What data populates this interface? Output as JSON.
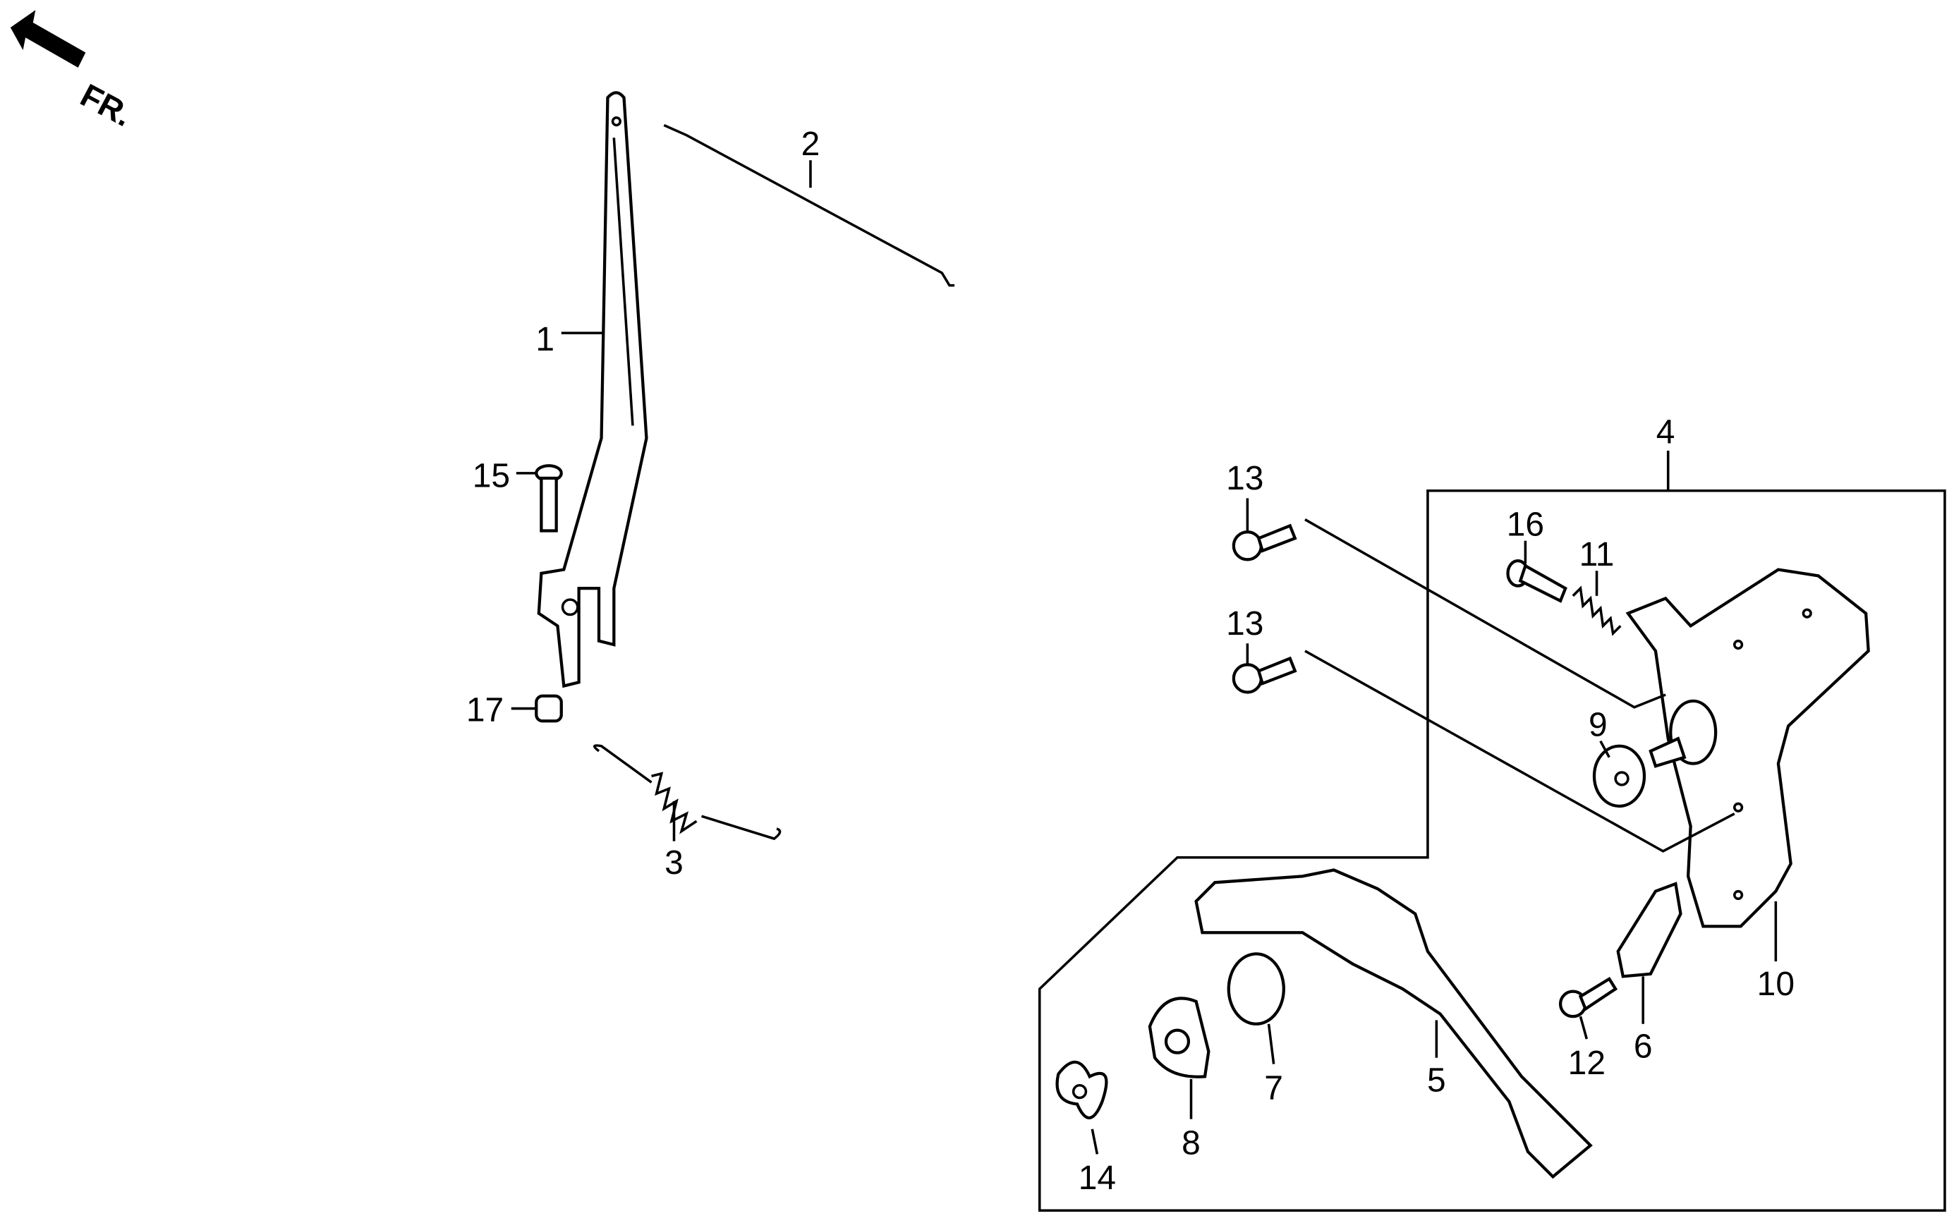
{
  "diagram": {
    "direction_indicator": {
      "label": "FR.",
      "icon": "arrow-up-left-icon"
    },
    "callouts": [
      {
        "number": "1",
        "part": "lever"
      },
      {
        "number": "2",
        "part": "rod"
      },
      {
        "number": "3",
        "part": "spring"
      },
      {
        "number": "4",
        "part": "bracket-assembly"
      },
      {
        "number": "5",
        "part": "arm"
      },
      {
        "number": "6",
        "part": "clip"
      },
      {
        "number": "7",
        "part": "washer"
      },
      {
        "number": "8",
        "part": "plate"
      },
      {
        "number": "9",
        "part": "washer"
      },
      {
        "number": "10",
        "part": "plate"
      },
      {
        "number": "11",
        "part": "spring"
      },
      {
        "number": "12",
        "part": "bolt"
      },
      {
        "number": "13",
        "part": "bolt"
      },
      {
        "number": "13",
        "part": "bolt"
      },
      {
        "number": "14",
        "part": "wing-nut"
      },
      {
        "number": "15",
        "part": "bolt"
      },
      {
        "number": "16",
        "part": "bolt"
      },
      {
        "number": "17",
        "part": "nut"
      }
    ]
  }
}
